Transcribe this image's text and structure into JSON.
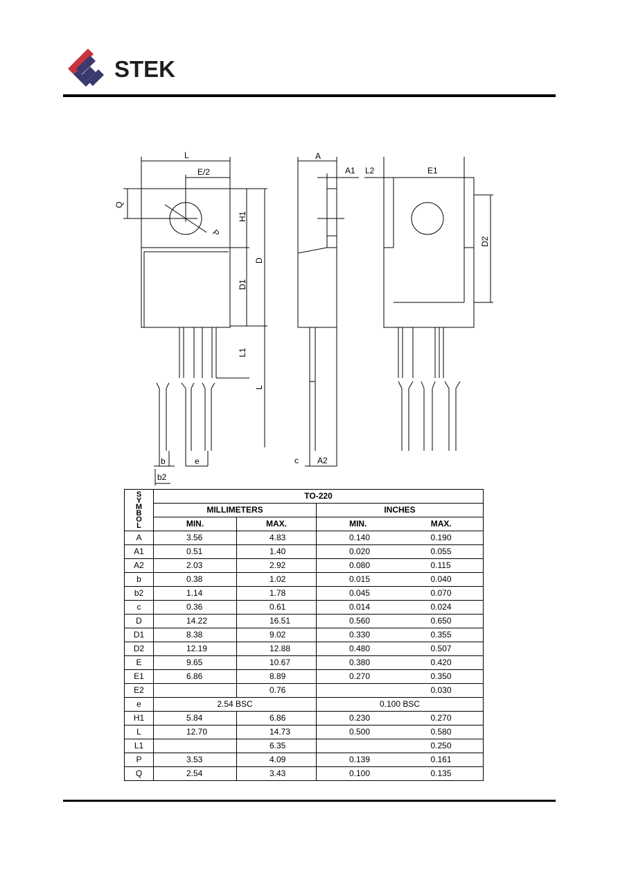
{
  "header": {
    "company": "STEK",
    "brand_colors": {
      "red": "#c8333d",
      "navy": "#3a3a6e"
    }
  },
  "drawing": {
    "labels": {
      "L_top": "L",
      "E_half": "E/2",
      "Q": "Q",
      "P": "P",
      "H1": "H1",
      "D": "D",
      "D1": "D1",
      "L1": "L1",
      "L_side": "L",
      "b": "b",
      "e": "e",
      "b2": "b2",
      "A": "A",
      "A1": "A1",
      "L2": "L2",
      "E1": "E1",
      "D2": "D2",
      "c": "c",
      "A2": "A2"
    }
  },
  "table": {
    "symbol_header": [
      "S",
      "Y",
      "M",
      "B",
      "O",
      "L"
    ],
    "package": "TO-220",
    "groups": [
      "MILLIMETERS",
      "INCHES"
    ],
    "subheaders": [
      "MIN.",
      "MAX.",
      "MIN.",
      "MAX."
    ],
    "rows": [
      {
        "sym": "A",
        "mm_min": "3.56",
        "mm_max": "4.83",
        "in_min": "0.140",
        "in_max": "0.190"
      },
      {
        "sym": "A1",
        "mm_min": "0.51",
        "mm_max": "1.40",
        "in_min": "0.020",
        "in_max": "0.055"
      },
      {
        "sym": "A2",
        "mm_min": "2.03",
        "mm_max": "2.92",
        "in_min": "0.080",
        "in_max": "0.115"
      },
      {
        "sym": "b",
        "mm_min": "0.38",
        "mm_max": "1.02",
        "in_min": "0.015",
        "in_max": "0.040"
      },
      {
        "sym": "b2",
        "mm_min": "1.14",
        "mm_max": "1.78",
        "in_min": "0.045",
        "in_max": "0.070"
      },
      {
        "sym": "c",
        "mm_min": "0.36",
        "mm_max": "0.61",
        "in_min": "0.014",
        "in_max": "0.024"
      },
      {
        "sym": "D",
        "mm_min": "14.22",
        "mm_max": "16.51",
        "in_min": "0.560",
        "in_max": "0.650"
      },
      {
        "sym": "D1",
        "mm_min": "8.38",
        "mm_max": "9.02",
        "in_min": "0.330",
        "in_max": "0.355"
      },
      {
        "sym": "D2",
        "mm_min": "12.19",
        "mm_max": "12.88",
        "in_min": "0.480",
        "in_max": "0.507"
      },
      {
        "sym": "E",
        "mm_min": "9.65",
        "mm_max": "10.67",
        "in_min": "0.380",
        "in_max": "0.420"
      },
      {
        "sym": "E1",
        "mm_min": "6.86",
        "mm_max": "8.89",
        "in_min": "0.270",
        "in_max": "0.350"
      },
      {
        "sym": "E2",
        "mm_min": "",
        "mm_max": "0.76",
        "in_min": "",
        "in_max": "0.030"
      },
      {
        "sym": "e",
        "mm_bsc": "2.54 BSC",
        "in_bsc": "0.100 BSC"
      },
      {
        "sym": "H1",
        "mm_min": "5.84",
        "mm_max": "6.86",
        "in_min": "0.230",
        "in_max": "0.270"
      },
      {
        "sym": "L",
        "mm_min": "12.70",
        "mm_max": "14.73",
        "in_min": "0.500",
        "in_max": "0.580"
      },
      {
        "sym": "L1",
        "mm_min": "",
        "mm_max": "6.35",
        "in_min": "",
        "in_max": "0.250"
      },
      {
        "sym": "P",
        "mm_min": "3.53",
        "mm_max": "4.09",
        "in_min": "0.139",
        "in_max": "0.161"
      },
      {
        "sym": "Q",
        "mm_min": "2.54",
        "mm_max": "3.43",
        "in_min": "0.100",
        "in_max": "0.135"
      }
    ]
  }
}
